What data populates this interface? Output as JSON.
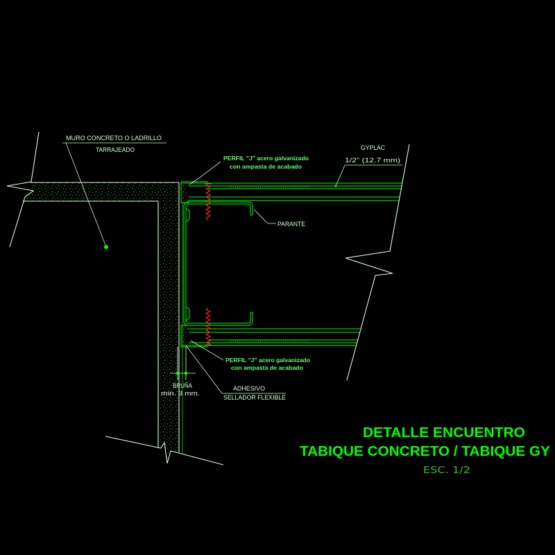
{
  "colors": {
    "background": "#000000",
    "line": "#00ff00",
    "outline": "#d6ffd6",
    "label": "#cfffcf",
    "label_accent": "#66ff66",
    "title": "#00ff00",
    "scale": "#2fbf2f",
    "screw": "#ff3030",
    "hatch": "#3aa83a"
  },
  "labels": {
    "wall": {
      "line1": "MURO CONCRETO O LADRILLO",
      "line2": "TARRAJEADO"
    },
    "j_profile_top": {
      "line1": "PERFIL \"J\" acero galvanizado",
      "line2": "con ampasta de acabado"
    },
    "gyplac": {
      "line1": "GYPLAC",
      "line2": "1/2\" (12.7 mm)"
    },
    "stud": "PARANTE",
    "j_profile_bottom": {
      "line1": "PERFIL \"J\" acero galvanizado",
      "line2": "con ampasta de acabado"
    },
    "reveal": {
      "line1": "BRUÑA",
      "line2": "mín. 3 mm."
    },
    "sealant": {
      "line1": "ADHESIVO",
      "line2": "SELLADOR FLEXIBLE"
    }
  },
  "title": {
    "line1": "DETALLE ENCUENTRO",
    "line2": "TABIQUE CONCRETO / TABIQUE GY",
    "scale": "ESC. 1/2"
  }
}
